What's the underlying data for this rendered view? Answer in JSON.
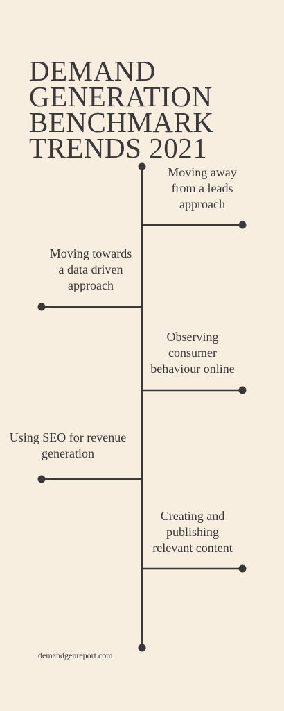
{
  "title": {
    "line1": "DEMAND",
    "line2": "GENERATION",
    "line3": "BENCHMARK",
    "line4_word": "TRENDS",
    "line4_year": "2021"
  },
  "timeline": [
    {
      "text": "Moving away\nfrom a leads\napproach",
      "side": "right"
    },
    {
      "text": "Moving towards\na data driven\napproach",
      "side": "left"
    },
    {
      "text": "Observing\nconsumer\nbehaviour online",
      "side": "right"
    },
    {
      "text": "Using SEO for revenue\ngeneration",
      "side": "left"
    },
    {
      "text": "Creating and\npublishing\nrelevant content",
      "side": "right"
    }
  ],
  "footer": "demandgenreport.com",
  "colors": {
    "background": "#f8eee0",
    "ink": "#3a3838"
  }
}
